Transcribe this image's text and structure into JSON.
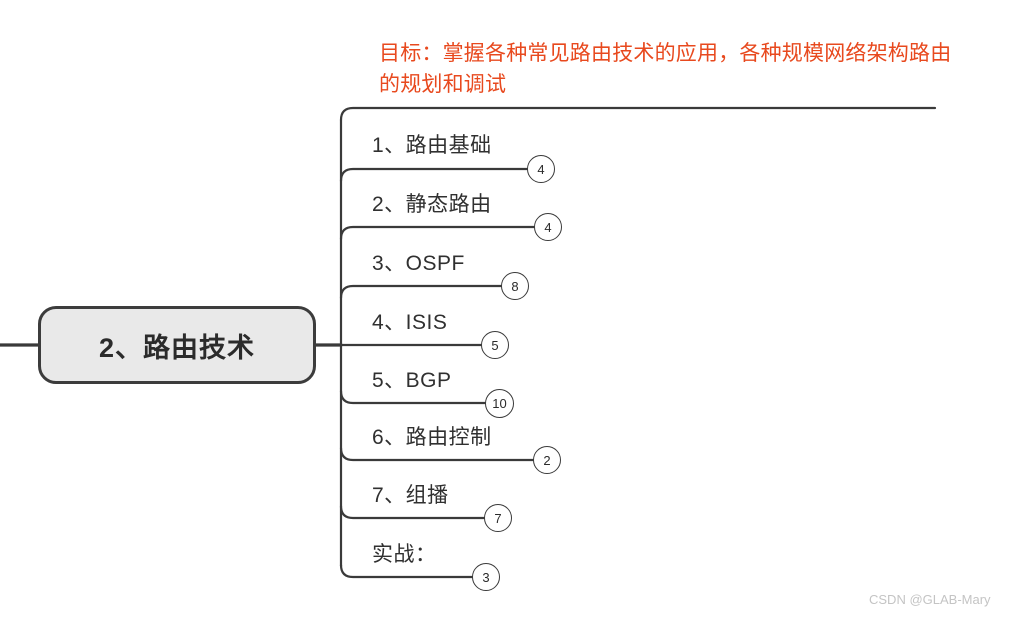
{
  "document": {
    "type": "mind-map",
    "background_color": "#ffffff",
    "accent_color": "#e8491e",
    "line_color": "#3a3a3a",
    "node_fill_color": "#e9e9e9"
  },
  "goal": {
    "text": "目标：掌握各种常见路由技术的应用，各种规模网络架构路由的规划和调试"
  },
  "root": {
    "label": "2、路由技术"
  },
  "branches": [
    {
      "label": "1、路由基础",
      "count": "4"
    },
    {
      "label": "2、静态路由",
      "count": "4"
    },
    {
      "label": "3、OSPF",
      "count": "8"
    },
    {
      "label": "4、ISIS",
      "count": "5"
    },
    {
      "label": "5、BGP",
      "count": "10"
    },
    {
      "label": "6、路由控制",
      "count": "2"
    },
    {
      "label": "7、组播",
      "count": "7"
    },
    {
      "label": "实战：",
      "count": "3"
    }
  ],
  "watermark": {
    "text": "CSDN @GLAB-Mary"
  }
}
